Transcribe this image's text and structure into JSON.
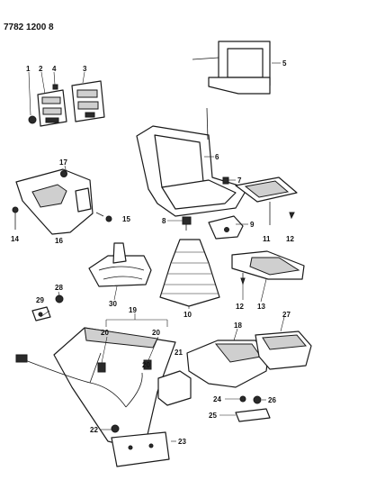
{
  "drawing_code": "7782 1200 8",
  "callouts": [
    "1",
    "2",
    "3",
    "4",
    "5",
    "6",
    "7",
    "8",
    "9",
    "10",
    "11",
    "12",
    "12",
    "13",
    "14",
    "15",
    "16",
    "17",
    "18",
    "19",
    "20",
    "20",
    "20",
    "21",
    "22",
    "23",
    "24",
    "25",
    "26",
    "27",
    "28",
    "29",
    "30"
  ]
}
